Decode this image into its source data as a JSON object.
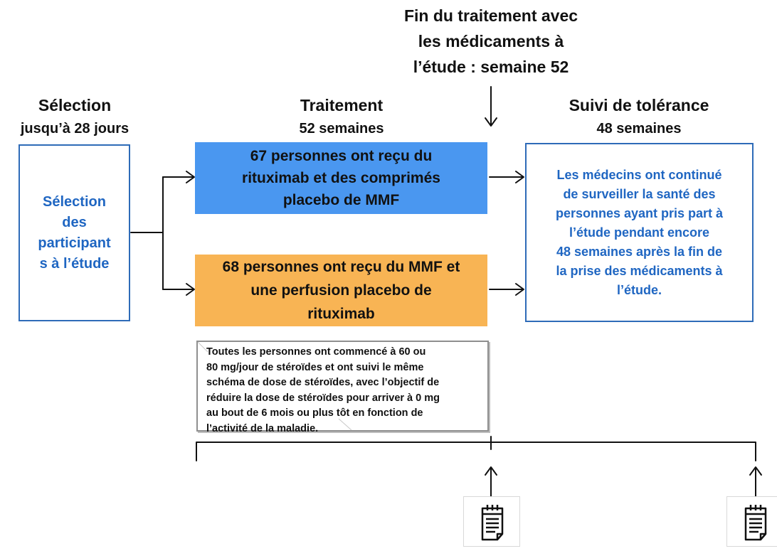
{
  "end_treatment": {
    "lines": [
      "Fin du traitement avec",
      "les médicaments à",
      "l’étude : semaine 52"
    ]
  },
  "phases": {
    "selection": {
      "title": "Sélection",
      "duration": "jusqu’à 28 jours"
    },
    "treatment": {
      "title": "Traitement",
      "duration": "52 semaines"
    },
    "followup": {
      "title": "Suivi de tolérance",
      "duration": "48 semaines"
    }
  },
  "boxes": {
    "selection": [
      "Sélection",
      "des",
      "participant",
      "s à l’étude"
    ],
    "rituximab_group": [
      "67 personnes ont reçu du",
      "rituximab et des comprimés",
      "placebo de MMF"
    ],
    "mmf_group": [
      "68 personnes ont reçu du MMF et",
      "une perfusion placebo de",
      "rituximab"
    ],
    "followup": [
      "Les médecins ont continué",
      "de surveiller la santé des",
      "personnes ayant pris part à",
      "l’étude pendant encore",
      "48 semaines après la fin de",
      "la prise des médicaments à",
      "l’étude."
    ],
    "steroids": [
      "Toutes les personnes ont commencé à 60 ou",
      "80 mg/jour de stéroïdes et ont suivi le même",
      "schéma de dose de stéroïdes, avec l’objectif de",
      "réduire la dose de stéroïdes pour arriver à 0 mg",
      "au bout de 6 mois ou plus tôt en fonction de",
      "l’activité de la maladie."
    ]
  },
  "icons": {
    "calendar": "calendar-document-icon",
    "arrow": "arrow-icon"
  },
  "colors": {
    "blue_text": "#1f66c2",
    "blue_border": "#2e6bb8",
    "rituximab_fill": "#4a97f0",
    "mmf_fill": "#f8b454",
    "grey_border": "#8f8f8f"
  }
}
